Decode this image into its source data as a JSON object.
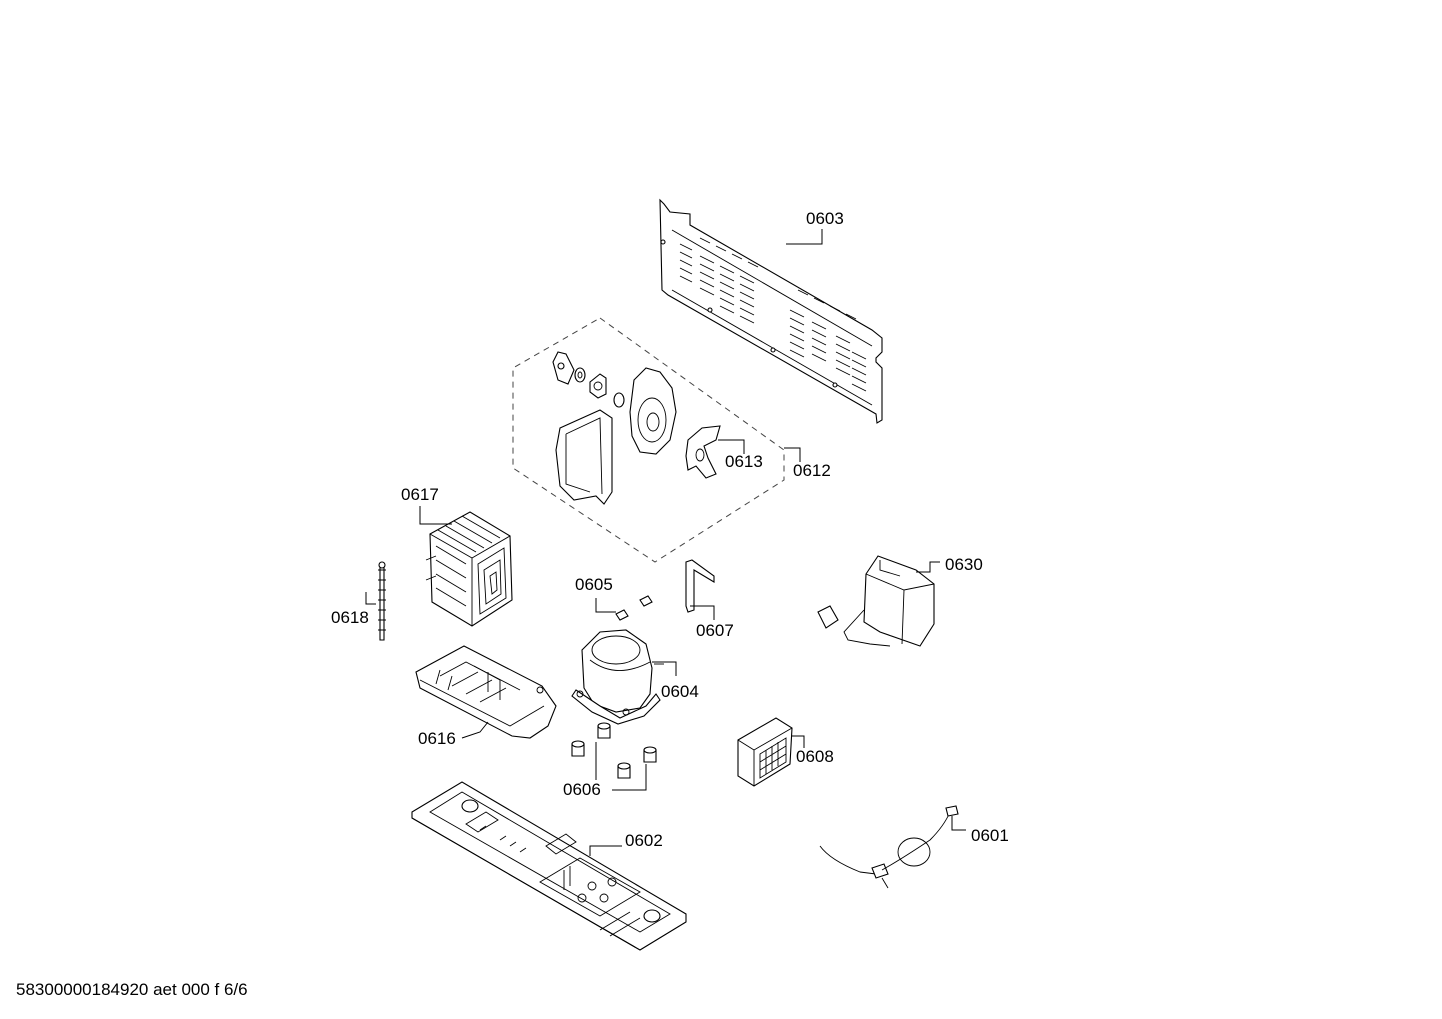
{
  "footer": {
    "document_code": "58300000184920 aet 000 f 6/6"
  },
  "parts": {
    "p0601": "0601",
    "p0602": "0602",
    "p0603": "0603",
    "p0604": "0604",
    "p0605": "0605",
    "p0606": "0606",
    "p0607": "0607",
    "p0608": "0608",
    "p0612": "0612",
    "p0613": "0613",
    "p0616": "0616",
    "p0617": "0617",
    "p0618": "0618",
    "p0630": "0630"
  }
}
